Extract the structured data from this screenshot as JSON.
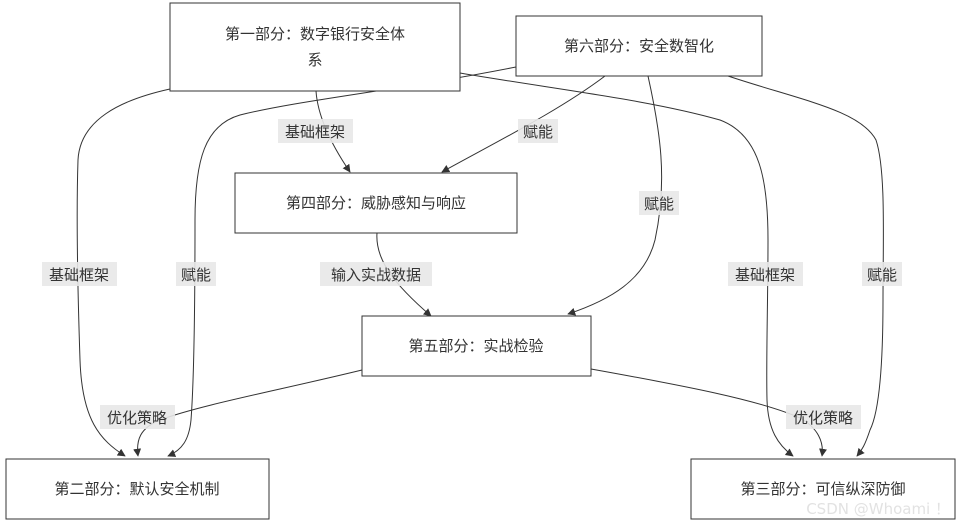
{
  "nodes": {
    "part1": {
      "line1": "第一部分：数字银行安全体",
      "line2": "系"
    },
    "part2": {
      "label": "第二部分：默认安全机制"
    },
    "part3": {
      "label": "第三部分：可信纵深防御"
    },
    "part4": {
      "label": "第四部分：威胁感知与响应"
    },
    "part5": {
      "label": "第五部分：实战检验"
    },
    "part6": {
      "label": "第六部分：安全数智化"
    }
  },
  "edges": {
    "p1_p4": "基础框架",
    "p1_p2": "基础框架",
    "p1_p3": "基础框架",
    "p6_p4": "赋能",
    "p6_p5": "赋能",
    "p6_p2": "赋能",
    "p6_p3": "赋能",
    "p4_p5": "输入实战数据",
    "p5_p2": "优化策略",
    "p5_p3": "优化策略"
  },
  "watermark": "CSDN @Whoami ！"
}
